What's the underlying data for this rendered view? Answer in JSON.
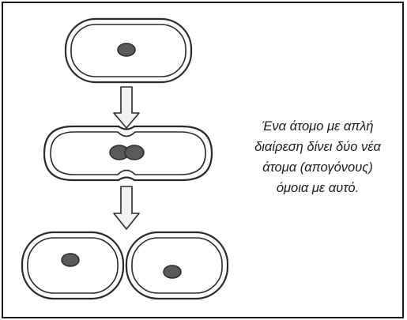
{
  "caption": {
    "lines": [
      "Ένα άτομο με απλή",
      "διαίρεση δίνει δύο νέα",
      "άτομα (απογόνους)",
      "όμοια με αυτό."
    ]
  },
  "colors": {
    "outline": "#2a2a2a",
    "nucleus": "#5a5a5a",
    "arrow_fill": "#f2f2f2",
    "border": "#1a1a1a"
  },
  "stages": [
    {
      "name": "parent-cell"
    },
    {
      "name": "dividing-cell"
    },
    {
      "name": "daughter-cells"
    }
  ]
}
